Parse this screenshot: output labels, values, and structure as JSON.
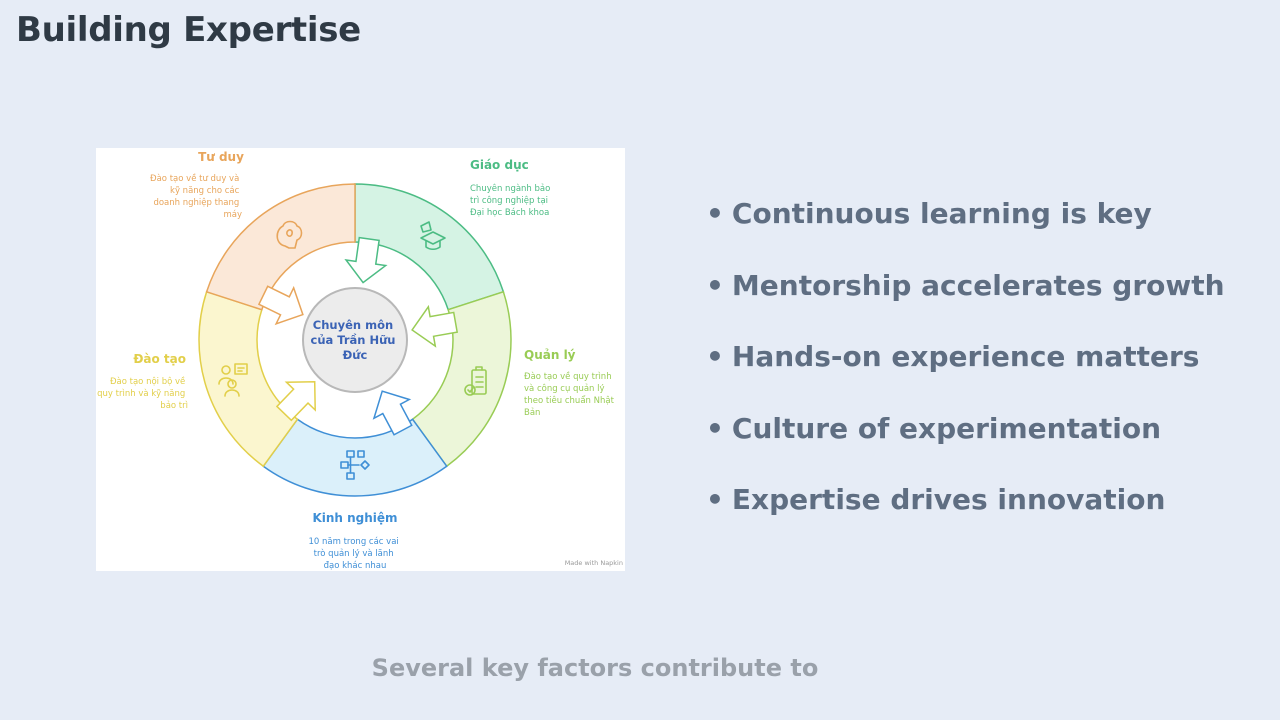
{
  "slide": {
    "title": "Building Expertise",
    "caption": "Several key factors contribute to"
  },
  "diagram": {
    "center": [
      "Chuyên môn",
      "của Trần Hữu",
      "Đức"
    ],
    "segments": [
      {
        "id": "tu-duy",
        "title": "Tư duy",
        "lines": [
          "Đào tạo về tư duy và",
          "kỹ năng cho các",
          "doanh nghiệp thang",
          "máy"
        ],
        "color": "#e8a55b",
        "fill": "#fbe8d8",
        "icon": "brain-icon"
      },
      {
        "id": "giao-duc",
        "title": "Giáo dục",
        "lines": [
          "Chuyên ngành bảo",
          "trì công nghiệp tại",
          "Đại học Bách khoa"
        ],
        "color": "#4cbc84",
        "fill": "#d5f3e4",
        "icon": "graduation-icon"
      },
      {
        "id": "quan-ly",
        "title": "Quản lý",
        "lines": [
          "Đào tạo về quy trình",
          "và công cụ quản lý",
          "theo tiêu chuẩn Nhật",
          "Bản"
        ],
        "color": "#99cc55",
        "fill": "#ecf6d9",
        "icon": "clipboard-icon"
      },
      {
        "id": "kinh-nghiem",
        "title": "Kinh nghiệm",
        "lines": [
          "10 năm trong các vai",
          "trò quản lý và lãnh",
          "đạo khác nhau"
        ],
        "color": "#3f8fd6",
        "fill": "#dbf0fa",
        "icon": "flowchart-icon"
      },
      {
        "id": "dao-tao",
        "title": "Đào tạo",
        "lines": [
          "Đào tạo nội bộ về",
          "quy trình và kỹ năng",
          "bảo trì"
        ],
        "color": "#e2cf4a",
        "fill": "#fbf6cf",
        "icon": "presenter-icon"
      }
    ],
    "watermark": "Made with  Napkin"
  },
  "bullets": [
    "Continuous learning is key",
    "Mentorship accelerates growth",
    "Hands-on experience matters",
    "Culture of experimentation",
    "Expertise drives innovation"
  ],
  "bullet_glyph": "•"
}
